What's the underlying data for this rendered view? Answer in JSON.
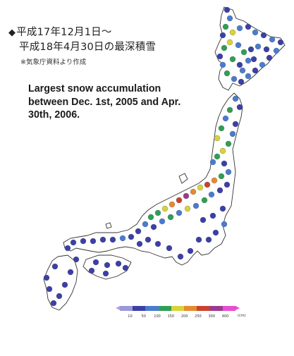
{
  "title_ja": {
    "bullet": "◆",
    "line1": "平成17年12月1日～",
    "line2": "平成18年4月30日の最深積雪",
    "source": "※気象庁資料より作成"
  },
  "title_en": "Largest snow accumulation between Dec. 1st, 2005 and Apr. 30th, 2006.",
  "legend": {
    "ticks": [
      "10",
      "50",
      "100",
      "150",
      "200",
      "250",
      "300",
      "400"
    ],
    "unit": "(cm)",
    "colors": [
      "#9a98d8",
      "#3b3fa8",
      "#4a7bd0",
      "#2f9f54",
      "#d8d33a",
      "#e68a2e",
      "#c9422e",
      "#9b3a8e",
      "#e64fd0"
    ]
  }
}
